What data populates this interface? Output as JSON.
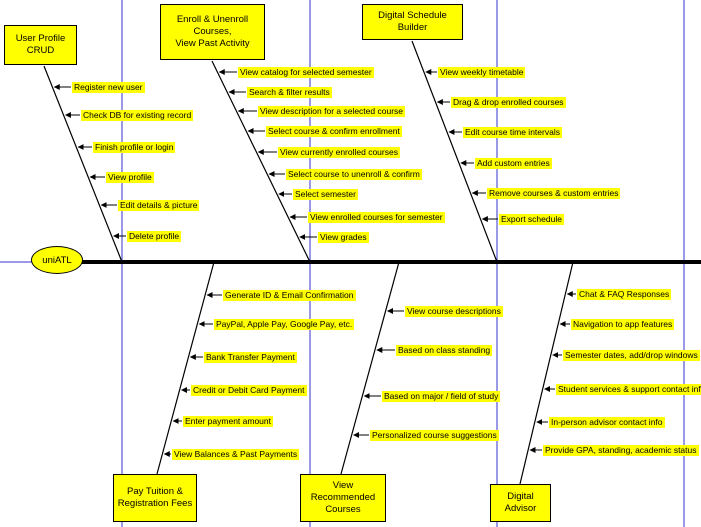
{
  "diagram": {
    "head": "uniATL",
    "categories": [
      {
        "id": "user-profile-crud",
        "title": "User Profile CRUD",
        "items": [
          "Register new user",
          "Check DB for existing record",
          "Finish profile or login",
          "View profile",
          "Edit details & picture",
          "Delete profile"
        ]
      },
      {
        "id": "enroll-unenroll",
        "title": "Enroll & Unenroll Courses,\nView Past Activity",
        "items": [
          "View catalog for selected semester",
          "Search & filter results",
          "View description for a selected course",
          "Select course & confirm enrollment",
          "View currently enrolled courses",
          "Select course to unenroll & confirm",
          "Select semester",
          "View enrolled courses for semester",
          "View grades"
        ]
      },
      {
        "id": "schedule-builder",
        "title": "Digital Schedule Builder",
        "items": [
          "View weekly timetable",
          "Drag & drop enrolled courses",
          "Edit course time intervals",
          "Add custom entries",
          "Remove courses & custom entries",
          "Export schedule"
        ]
      },
      {
        "id": "pay-tuition",
        "title": "Pay Tuition &\nRegistration Fees",
        "items": [
          "Generate ID & Email Confirmation",
          "PayPal, Apple Pay, Google Pay, etc.",
          "Bank Transfer Payment",
          "Credit or Debit Card Payment",
          "Enter payment amount",
          "View Balances & Past Payments"
        ]
      },
      {
        "id": "recommended-courses",
        "title": "View Recommended\nCourses",
        "items": [
          "View course descriptions",
          "Based on class standing",
          "Based on major / field of study",
          "Personalized course suggestions"
        ]
      },
      {
        "id": "digital-advisor",
        "title": "Digital Advisor",
        "items": [
          "Chat & FAQ Responses",
          "Navigation to app features",
          "Semester dates, add/drop windows",
          "Student services & support contact info",
          "In-person advisor contact info",
          "Provide GPA, standing, academic status"
        ]
      }
    ]
  },
  "colors": {
    "box": "#ffff00",
    "line": "#000000",
    "grid": "#3333cc"
  }
}
